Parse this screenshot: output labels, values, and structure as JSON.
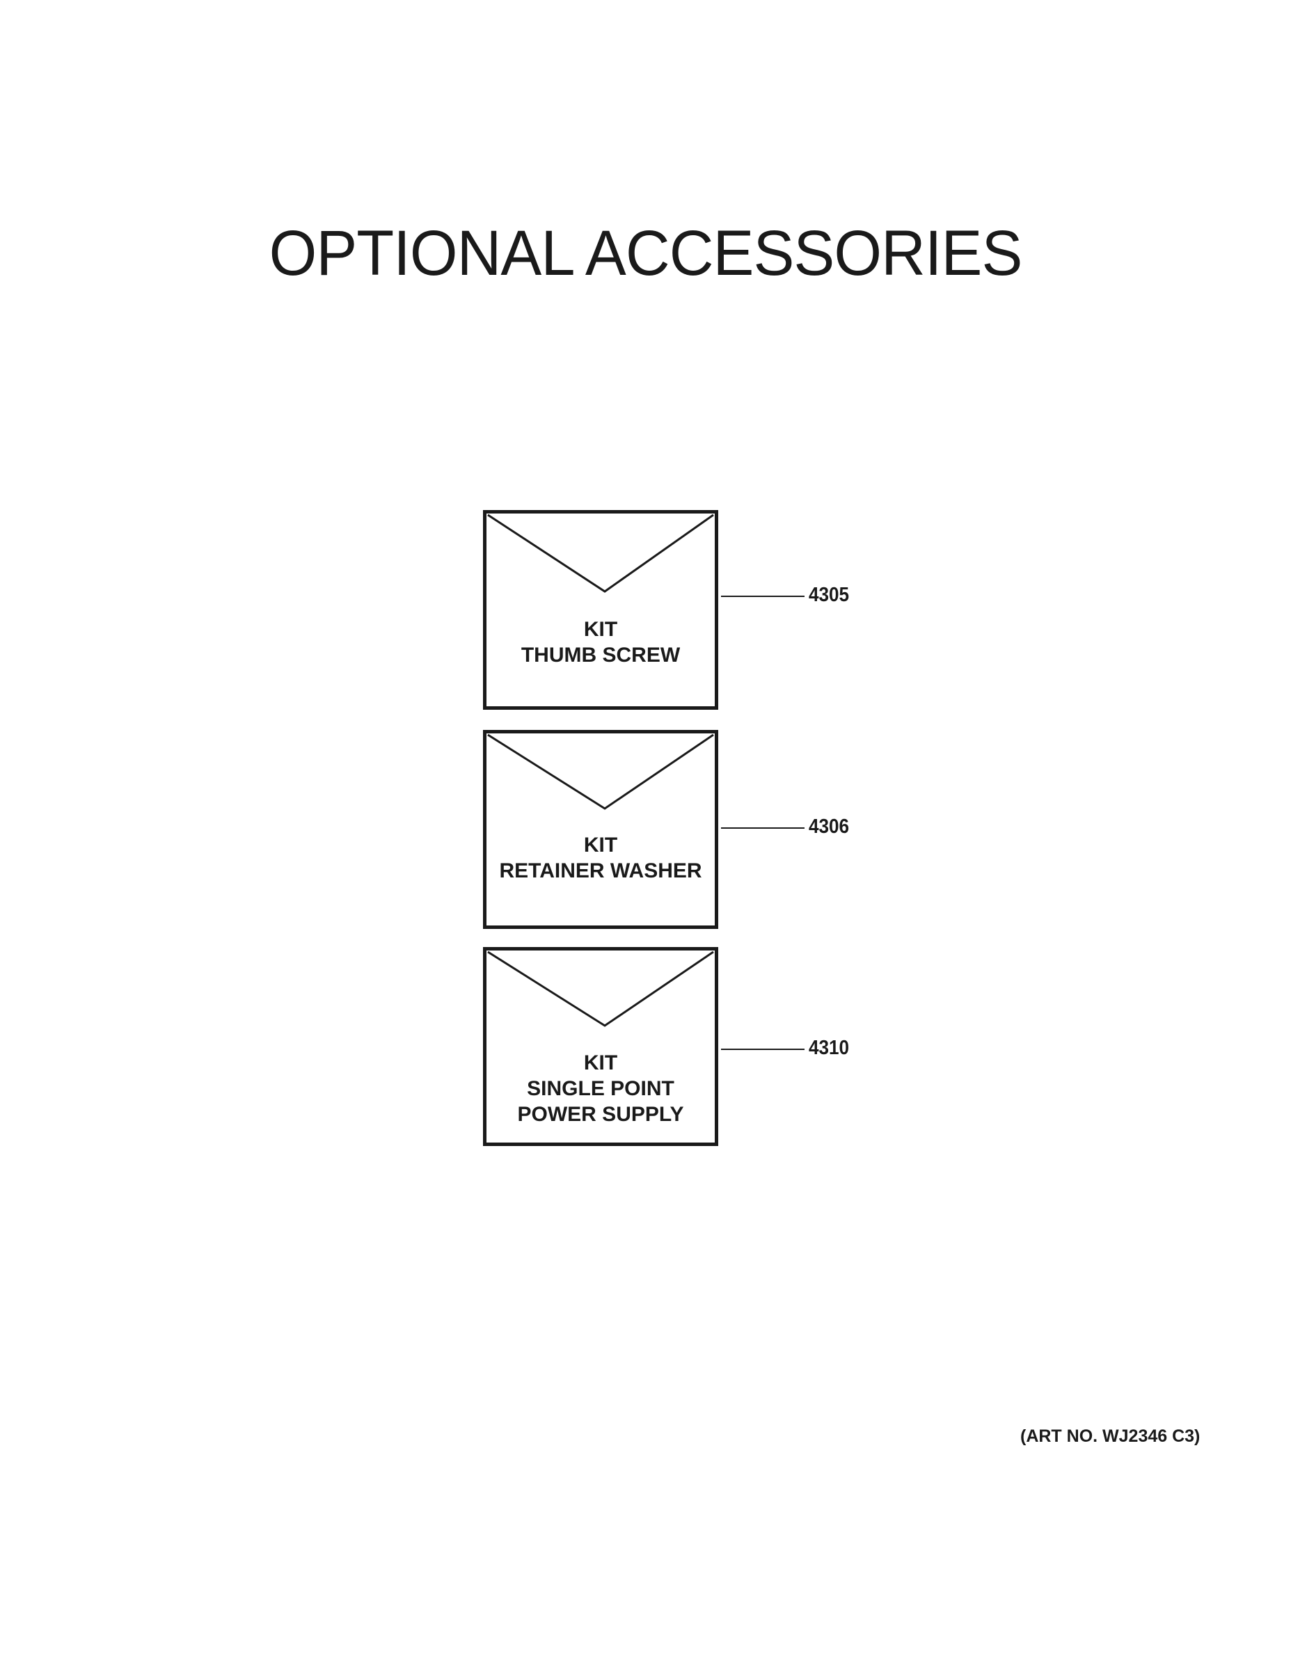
{
  "title": "OPTIONAL ACCESSORIES",
  "kits": [
    {
      "line1": "KIT",
      "line2": "THUMB SCREW",
      "line3": "",
      "callout": "4305"
    },
    {
      "line1": "KIT",
      "line2": "RETAINER WASHER",
      "line3": "",
      "callout": "4306"
    },
    {
      "line1": "KIT",
      "line2": "SINGLE POINT",
      "line3": "POWER SUPPLY",
      "callout": "4310"
    }
  ],
  "art_number": "(ART NO. WJ2346 C3)"
}
